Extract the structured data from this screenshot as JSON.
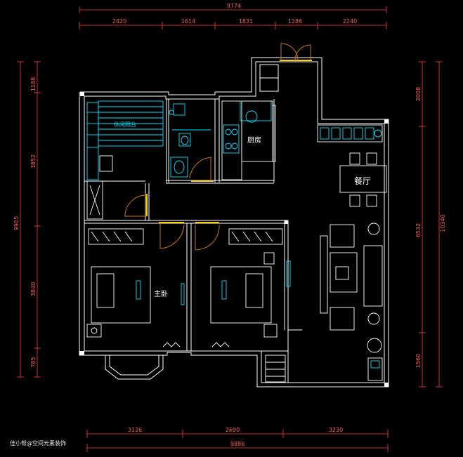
{
  "dimensions": {
    "top_total": "9774",
    "top_segments": [
      "2420",
      "1614",
      "1831",
      "1286",
      "2240"
    ],
    "left_total": "9905",
    "left_segments": [
      "1188",
      "3852",
      "3840",
      "785"
    ],
    "right_total": "10340",
    "right_segments": [
      "2008",
      "6532",
      "1560"
    ],
    "bottom_segments": [
      "3126",
      "2690",
      "3230"
    ],
    "bottom_total": "9886"
  },
  "rooms": {
    "kitchen": "厨房",
    "dining": "餐厅",
    "master_bedroom": "主卧",
    "balcony_label": "休闲阳台"
  },
  "watermark": "佳小帮@空间元素装饰",
  "colors": {
    "wall": "#ffffff",
    "dimension": "#ff3b3b",
    "furniture": "#00e5ff",
    "door": "#ffd200",
    "door_swing": "#c87800"
  }
}
